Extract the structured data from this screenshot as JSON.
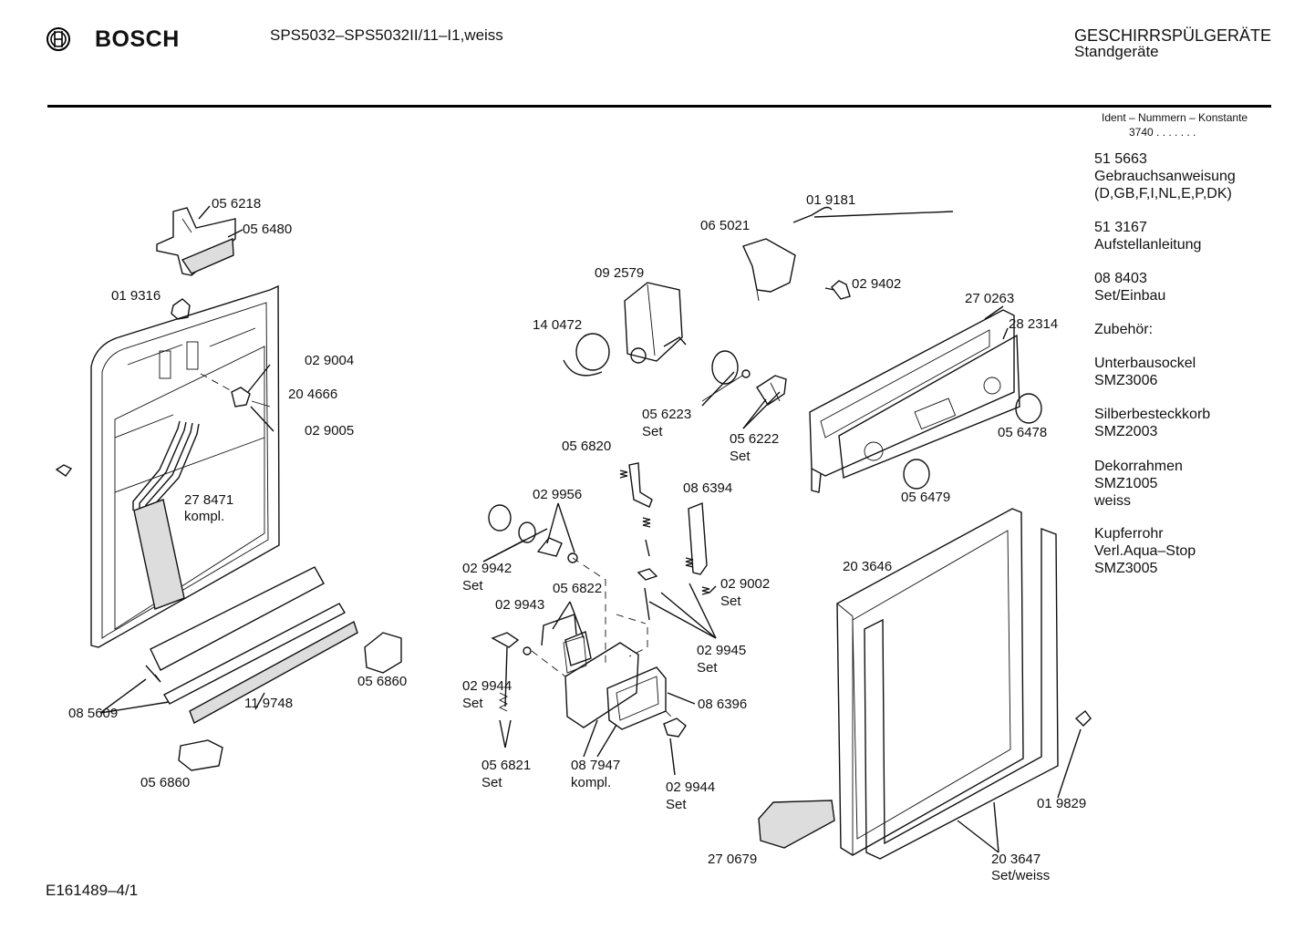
{
  "header": {
    "brand": "BOSCH",
    "model": "SPS5032–SPS5032II/11–I1,weiss",
    "category": "GESCHIRRSPÜLGERÄTE",
    "subcategory": "Standgeräte"
  },
  "ident": {
    "title": "Ident – Nummern – Konstante",
    "value": "3740 .  .  .   .  .  .  ."
  },
  "accessories": [
    {
      "code": "51 5663",
      "lines": [
        "Gebrauchsanweisung",
        "(D,GB,F,I,NL,E,P,DK)"
      ]
    },
    {
      "code": "51 3167",
      "lines": [
        "Aufstellanleitung"
      ]
    },
    {
      "code": "08 8403",
      "lines": [
        "Set/Einbau"
      ]
    },
    {
      "code": "Zubehör:",
      "lines": []
    },
    {
      "code": "Unterbausockel",
      "lines": [
        "SMZ3006"
      ]
    },
    {
      "code": "Silberbesteckkorb",
      "lines": [
        "SMZ2003"
      ]
    },
    {
      "code": "Dekorrahmen",
      "lines": [
        "SMZ1005",
        "weiss"
      ]
    },
    {
      "code": "Kupferrohr",
      "lines": [
        "Verl.Aqua–Stop",
        "SMZ3005"
      ]
    }
  ],
  "parts": {
    "p056218": "05 6218",
    "p056480": "05 6480",
    "p019316": "01 9316",
    "p029004": "02 9004",
    "p204666": "20 4666",
    "p029005": "02 9005",
    "p278471": "27 8471",
    "p278471b": "kompl.",
    "p085609": "08 5609",
    "p119748": "11 9748",
    "p056860a": "05 6860",
    "p056860b": "05 6860",
    "p019181": "01 9181",
    "p065021": "06 5021",
    "p092579": "09 2579",
    "p140472": "14 0472",
    "p029402": "02 9402",
    "p270263": "27 0263",
    "p282314": "28 2314",
    "p056223": "05 6223",
    "p056223b": "Set",
    "p056222": "05 6222",
    "p056222b": "Set",
    "p056478": "05 6478",
    "p056479": "05 6479",
    "p056820": "05 6820",
    "p086394": "08 6394",
    "p029956": "02 9956",
    "p029942": "02 9942",
    "p029942b": "Set",
    "p056822": "05 6822",
    "p029943": "02 9943",
    "p029002": "02 9002",
    "p029002b": "Set",
    "p029945": "02 9945",
    "p029945b": "Set",
    "p029944a": "02 9944",
    "p029944ab": "Set",
    "p086396": "08 6396",
    "p056821": "05 6821",
    "p056821b": "Set",
    "p087947": "08 7947",
    "p087947b": "kompl.",
    "p029944c": "02 9944",
    "p029944cb": "Set",
    "p203646": "20 3646",
    "p019829": "01 9829",
    "p270679": "27 0679",
    "p203647": "20 3647",
    "p203647b": "Set/weiss"
  },
  "footer": {
    "code": "E161489–4/1"
  }
}
